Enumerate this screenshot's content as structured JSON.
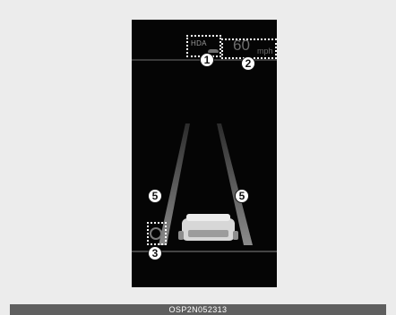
{
  "display": {
    "hda_label": "HDA",
    "speed_value": "60",
    "speed_unit": "mph"
  },
  "callouts": {
    "one": "1",
    "two": "2",
    "three": "3",
    "five_left": "5",
    "five_right": "5"
  },
  "caption": "OSP2N052313",
  "icons": [
    "steering-wheel-icon",
    "vehicle-icon",
    "lane-lines-icon"
  ],
  "colors": {
    "screen": "#050505",
    "panel": "#ececec",
    "caption_bar": "#5f5f5f"
  }
}
